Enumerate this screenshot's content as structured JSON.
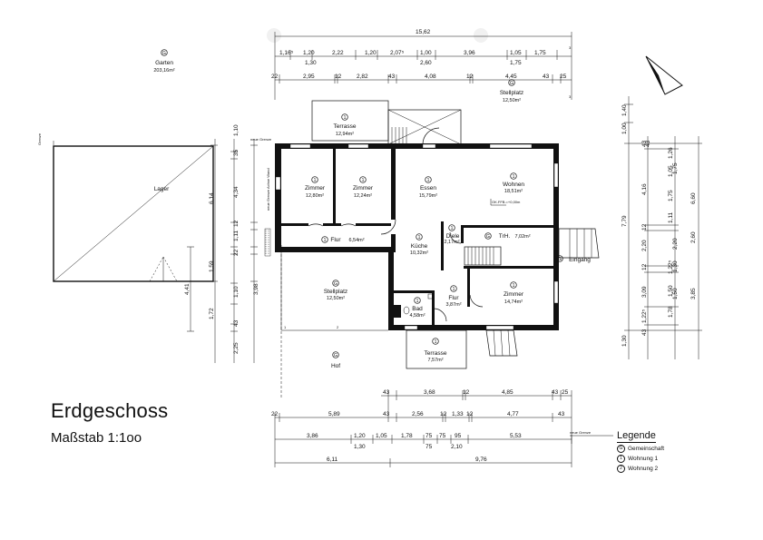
{
  "title": "Erdgeschoss",
  "scale": "Maßstab 1:1oo",
  "legend": {
    "title": "Legende",
    "items": [
      {
        "symbol": "G",
        "label": "Gemeinschaft"
      },
      {
        "symbol": "1",
        "label": "Wohnung 1"
      },
      {
        "symbol": "2",
        "label": "Wohnung 2"
      }
    ]
  },
  "rooms": {
    "garten": {
      "symbol": "G",
      "name": "Garten",
      "area": "203,16m²"
    },
    "stellplatz_top": {
      "symbol": "G",
      "name": "Stellplatz",
      "area": "12,50m²"
    },
    "terrasse_top": {
      "symbol": "1",
      "name": "Terrasse",
      "area": "12,94m²"
    },
    "lager": {
      "name": "Lager"
    },
    "zimmer1": {
      "symbol": "1",
      "name": "Zimmer",
      "area": "12,80m²"
    },
    "zimmer2": {
      "symbol": "1",
      "name": "Zimmer",
      "area": "12,24m²"
    },
    "essen": {
      "symbol": "1",
      "name": "Essen",
      "area": "15,79m²"
    },
    "wohnen": {
      "symbol": "1",
      "name": "Wohnen",
      "area": "18,51m²"
    },
    "ok_ffb": "OK.FFB.=+0,00m",
    "flur1": {
      "symbol": "1",
      "name": "Flur",
      "area": "6,54m²"
    },
    "kueche": {
      "symbol": "1",
      "name": "Küche",
      "area": "10,32m²"
    },
    "diele": {
      "symbol": "1",
      "name": "Diele",
      "area": "2,17m²"
    },
    "trh": {
      "symbol": "G",
      "name": "TrH.",
      "area": "7,02m²"
    },
    "eingang": {
      "symbol": "G",
      "name": "Eingang"
    },
    "stellplatz_mid": {
      "symbol": "G",
      "name": "Stellplatz",
      "area": "12,50m²"
    },
    "bad": {
      "symbol": "1",
      "name": "Bad",
      "area": "4,58m²"
    },
    "flur2": {
      "symbol": "1",
      "name": "Flur",
      "area": "3,87m²"
    },
    "zimmer3": {
      "symbol": "1",
      "name": "Zimmer",
      "area": "14,74m²"
    },
    "terrasse_bottom": {
      "symbol": "1",
      "name": "Terrasse",
      "area": "7,57m²"
    },
    "hof": {
      "symbol": "G",
      "name": "Hof"
    }
  },
  "notes": {
    "neue_grenze_top": "neue Grenze",
    "neue_grenze_side": "neue Grenze Achse Wand",
    "grenze": "Grenze",
    "neue_grenze_bottom": "neue Grenze"
  },
  "dims_top": {
    "total": "15,62",
    "row1": [
      "1,16⁵",
      "1,20",
      "2,22",
      "1,20",
      "2,07⁵",
      "1,00",
      "3,96",
      "1,05",
      "1,75"
    ],
    "row1b": [
      "1,30",
      "2,60",
      "1,75"
    ],
    "row2": [
      "22",
      "2,95",
      "12",
      "2,82",
      "43",
      "4,08",
      "12",
      "4,45",
      "43",
      "25"
    ]
  },
  "dims_bottom": {
    "row1": [
      "43",
      "3,68",
      "12",
      "4,85",
      "43",
      "25"
    ],
    "row2": [
      "22",
      "5,89",
      "43",
      "2,56",
      "12",
      "1,33",
      "12",
      "4,77",
      "43"
    ],
    "row3": [
      "3,86",
      "1,20",
      "1,05",
      "1,78",
      "75",
      "75",
      "95",
      "5,53"
    ],
    "row3b": [
      "1,30",
      "75",
      "2,10"
    ],
    "row4": [
      "6,11",
      "9,76"
    ]
  },
  "dims_left": [
    "1,10",
    "35",
    "6,14",
    "4,34",
    "12",
    "1,11",
    "22",
    "1,59",
    "1,10",
    "3,98",
    "4,41",
    "1,72",
    "43",
    "2,25"
  ],
  "dims_right_inner": [
    "1,40",
    "1,00",
    "43",
    "1,26",
    "1,05",
    "1,75",
    "4,16",
    "1,11",
    "12",
    "2,20",
    "12",
    "1,22⁵",
    "1,50",
    "3,09",
    "1,78",
    "1,22⁵",
    "43"
  ],
  "dims_right_outer": [
    "43",
    "1,75",
    "2,20",
    "2,60",
    "1,30",
    "1,50",
    "6,60",
    "7,79",
    "3,85",
    "1,30"
  ],
  "small_labels": {
    "s1": "1",
    "s2": "2",
    "s3": "3"
  }
}
